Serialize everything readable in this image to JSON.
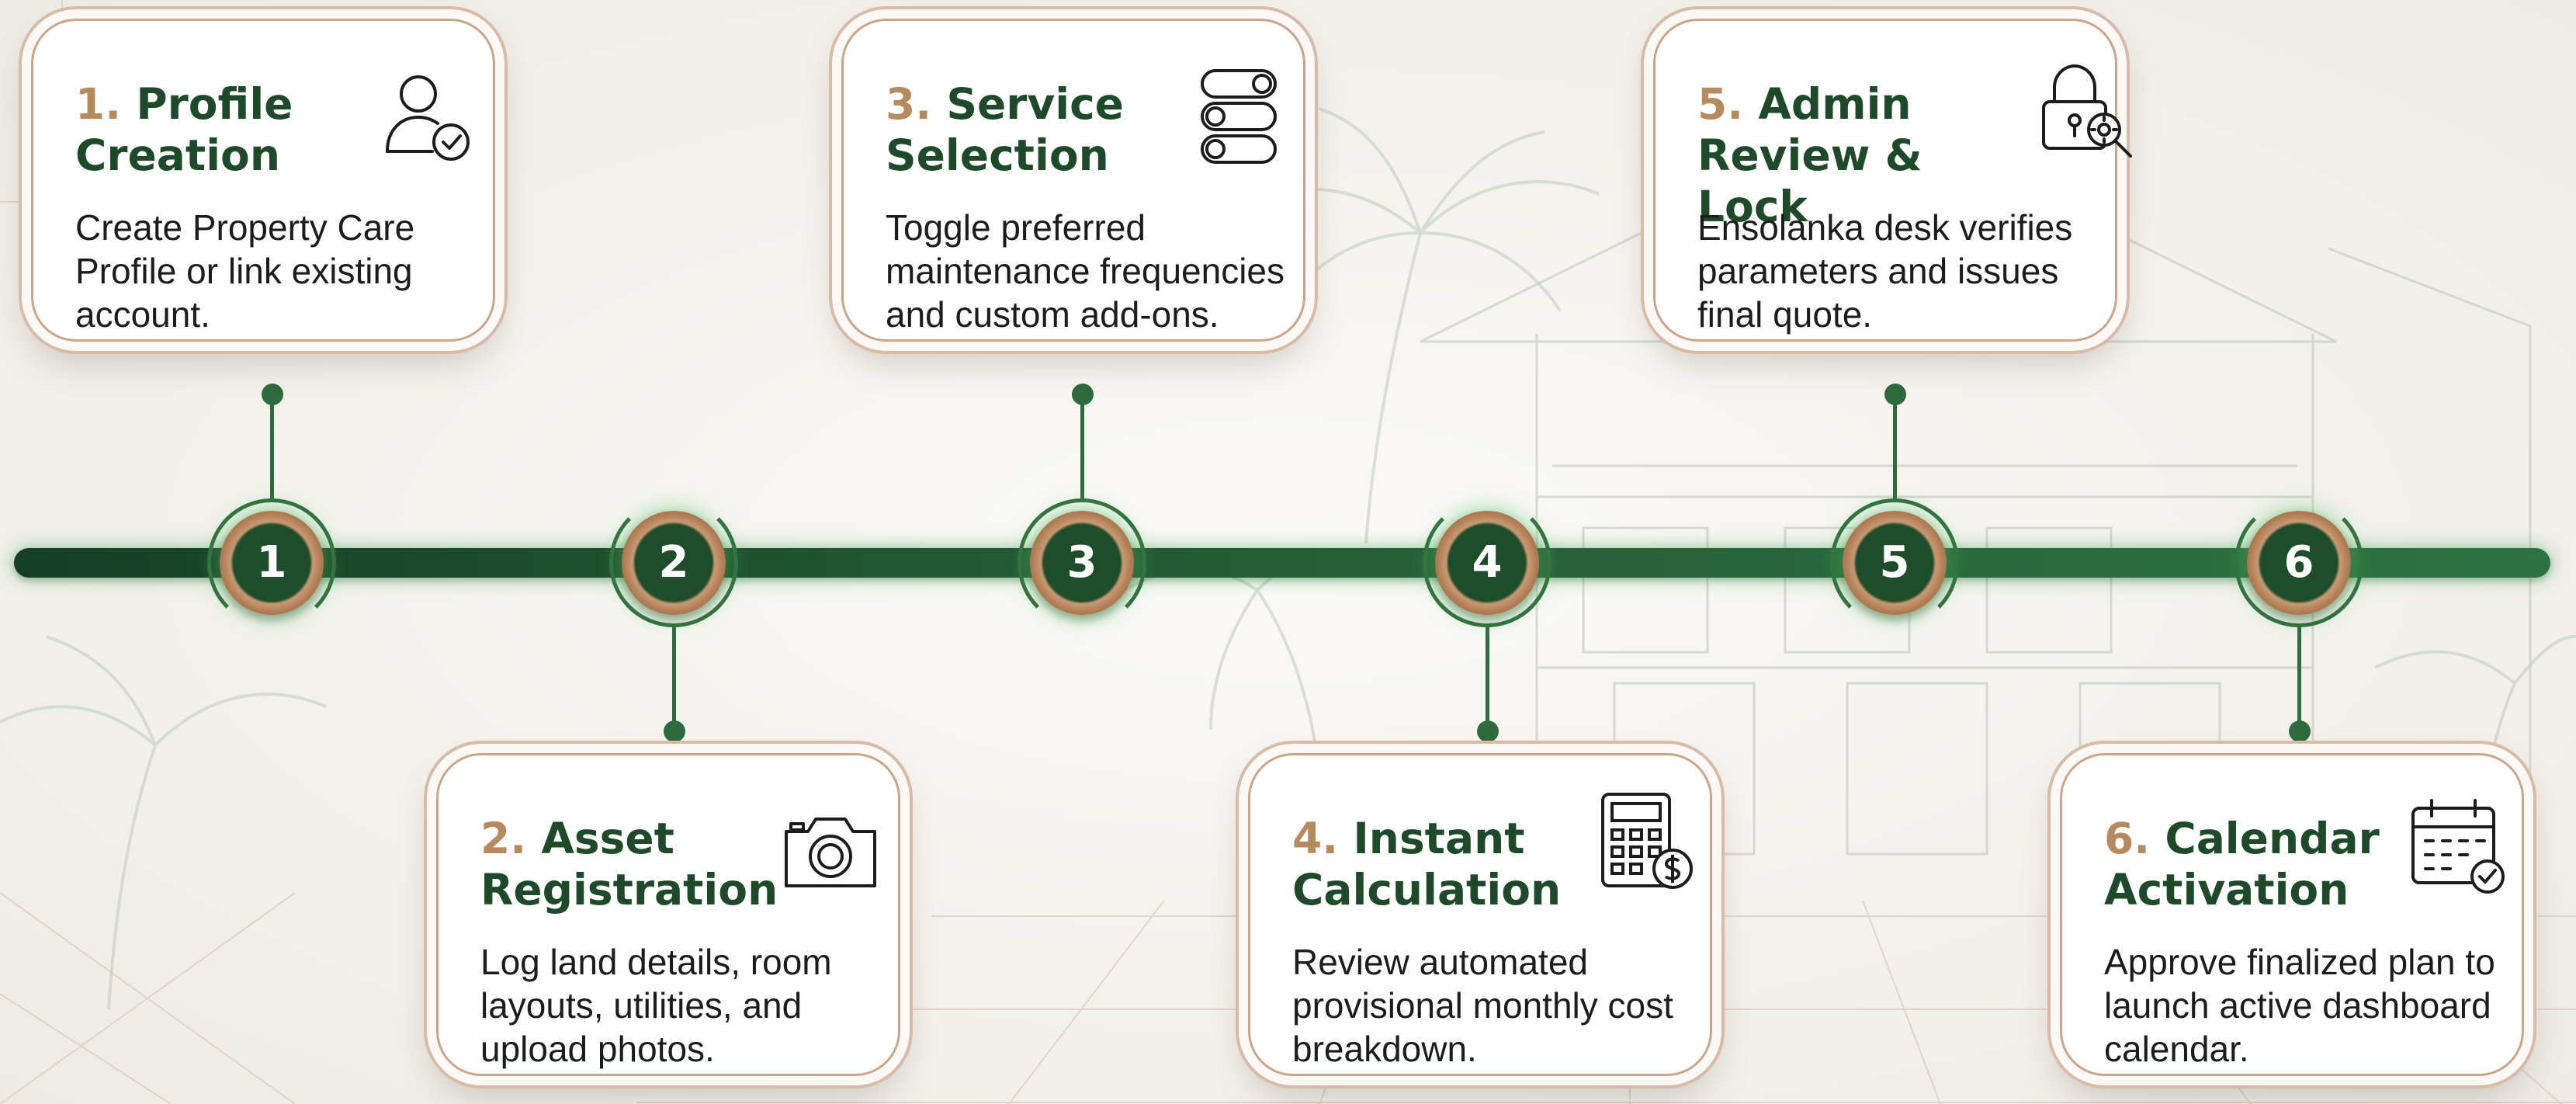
{
  "colors": {
    "accent_green": "#1e4a2a",
    "number_bronze": "#b78a5e",
    "track_green": "#225a33",
    "card_border": "#c9a58a",
    "background": "#f4f3ef"
  },
  "steps": [
    {
      "number": "1.",
      "heading": "Profile Creation",
      "description": "Create Property Care Profile or link existing account.",
      "marker": "1",
      "icon": "user-check-icon"
    },
    {
      "number": "2.",
      "heading": "Asset Registration",
      "description": "Log land details, room layouts, utilities, and upload photos.",
      "marker": "2",
      "icon": "camera-icon"
    },
    {
      "number": "3.",
      "heading": "Service Selection",
      "description": "Toggle preferred maintenance frequencies and custom add-ons.",
      "marker": "3",
      "icon": "toggle-switches-icon"
    },
    {
      "number": "4.",
      "heading": "Instant Calculation",
      "description": "Review automated provisional monthly cost breakdown.",
      "marker": "4",
      "icon": "calculator-dollar-icon"
    },
    {
      "number": "5.",
      "heading": "Admin Review & Lock",
      "description": "Ensolanka desk verifies parameters and issues final quote.",
      "marker": "5",
      "icon": "padlock-gear-icon"
    },
    {
      "number": "6.",
      "heading": "Calendar Activation",
      "description": "Approve finalized plan to launch active dashboard calendar.",
      "marker": "6",
      "icon": "calendar-check-icon"
    }
  ]
}
